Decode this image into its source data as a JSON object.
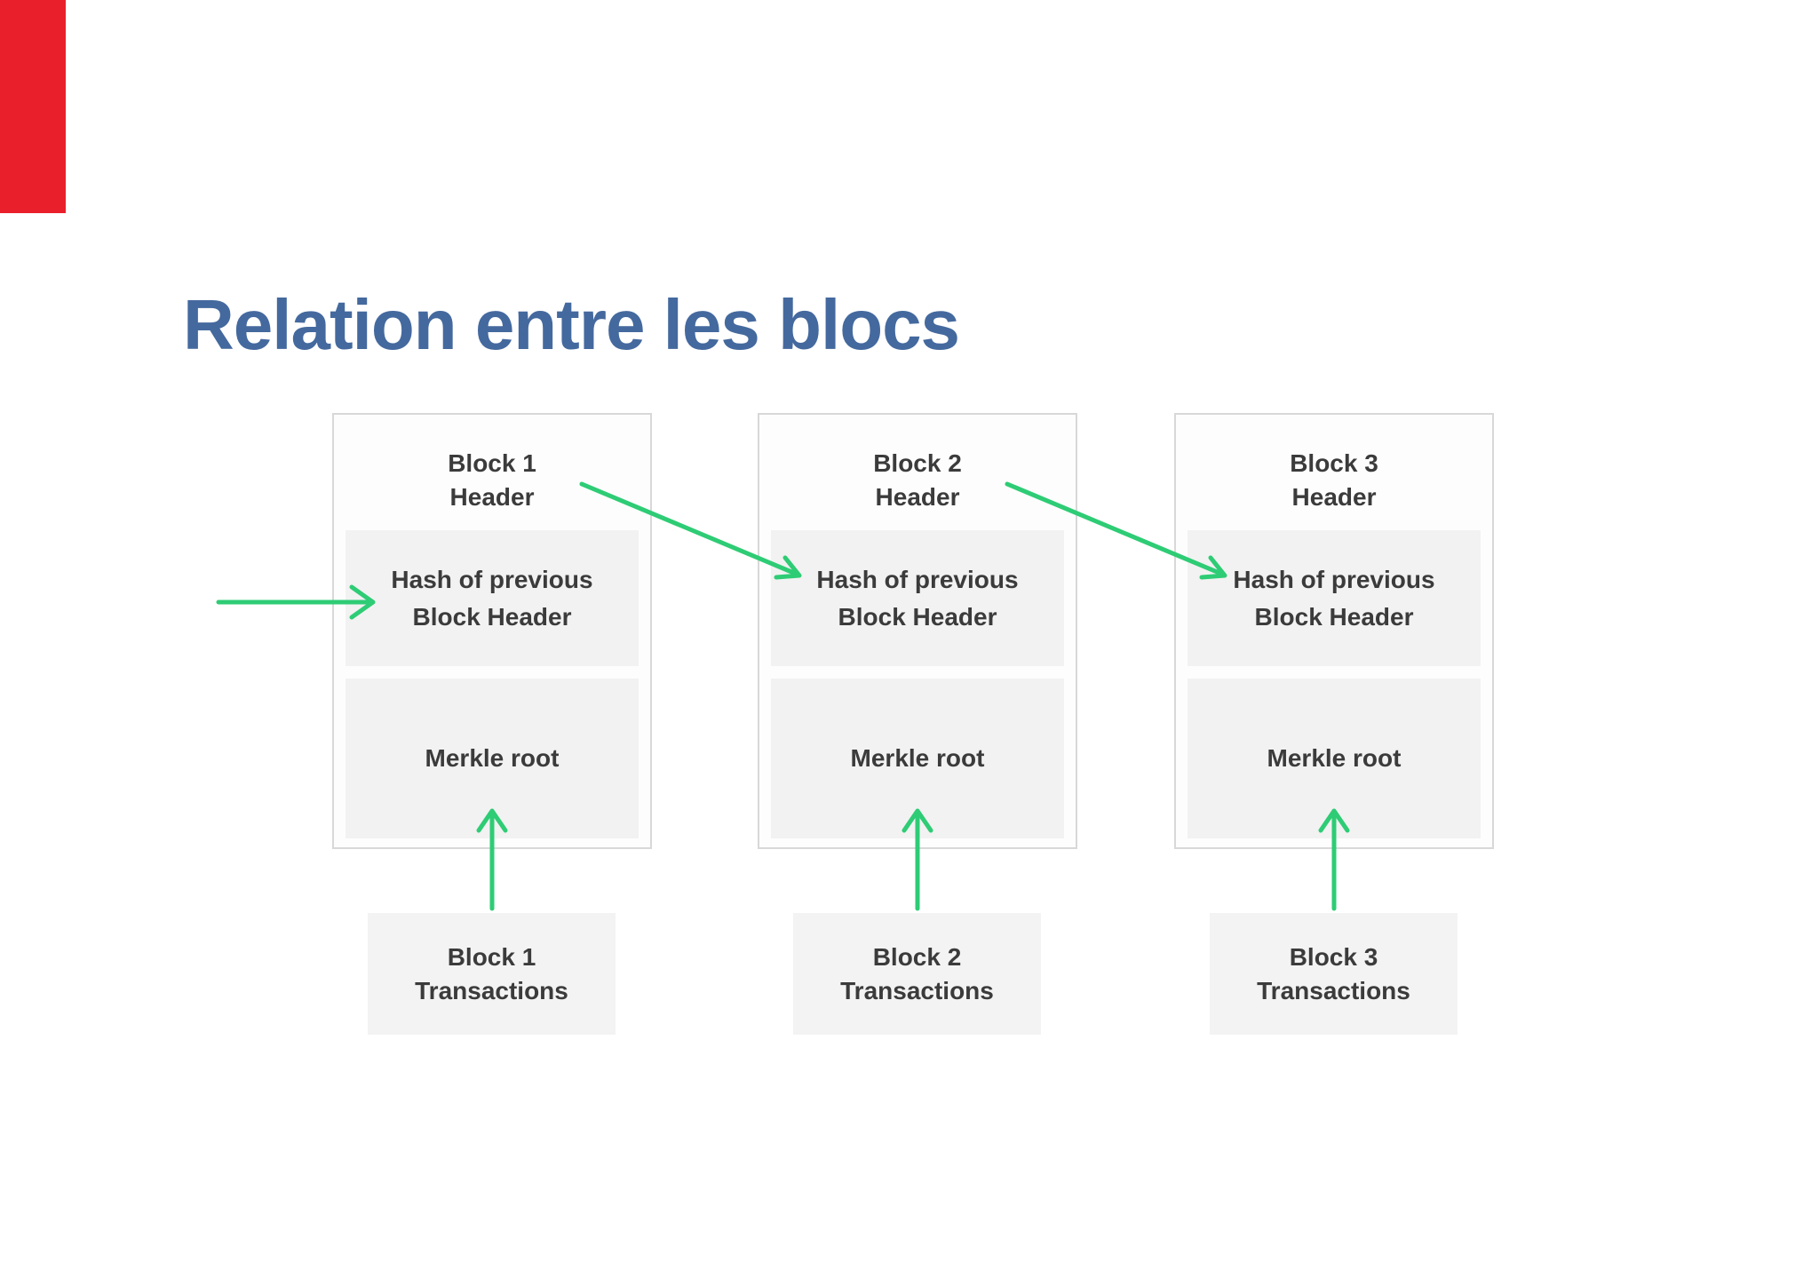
{
  "slide": {
    "title": "Relation entre les blocs",
    "title_color": "#44699e",
    "background_color": "#ffffff",
    "corner_marker_color": "#e9202c",
    "arrow_color": "#2ecc75",
    "box_fill_color": "#f2f2f2",
    "text_color": "#3b3b3b"
  },
  "diagram": {
    "blocks": [
      {
        "header_line1": "Block 1",
        "header_line2": "Header",
        "hash_line1": "Hash of previous",
        "hash_line2": "Block Header",
        "merkle": "Merkle root",
        "tx_line1": "Block 1",
        "tx_line2": "Transactions"
      },
      {
        "header_line1": "Block 2",
        "header_line2": "Header",
        "hash_line1": "Hash of previous",
        "hash_line2": "Block Header",
        "merkle": "Merkle root",
        "tx_line1": "Block 2",
        "tx_line2": "Transactions"
      },
      {
        "header_line1": "Block 3",
        "header_line2": "Header",
        "hash_line1": "Hash of previous",
        "hash_line2": "Block Header",
        "merkle": "Merkle root",
        "tx_line1": "Block 3",
        "tx_line2": "Transactions"
      }
    ],
    "connections": [
      {
        "from": "external",
        "to": "block1.hash-of-previous-block-header"
      },
      {
        "from": "block1.header",
        "to": "block2.hash-of-previous-block-header"
      },
      {
        "from": "block2.header",
        "to": "block3.hash-of-previous-block-header"
      },
      {
        "from": "block1.transactions",
        "to": "block1.merkle-root"
      },
      {
        "from": "block2.transactions",
        "to": "block2.merkle-root"
      },
      {
        "from": "block3.transactions",
        "to": "block3.merkle-root"
      }
    ]
  }
}
